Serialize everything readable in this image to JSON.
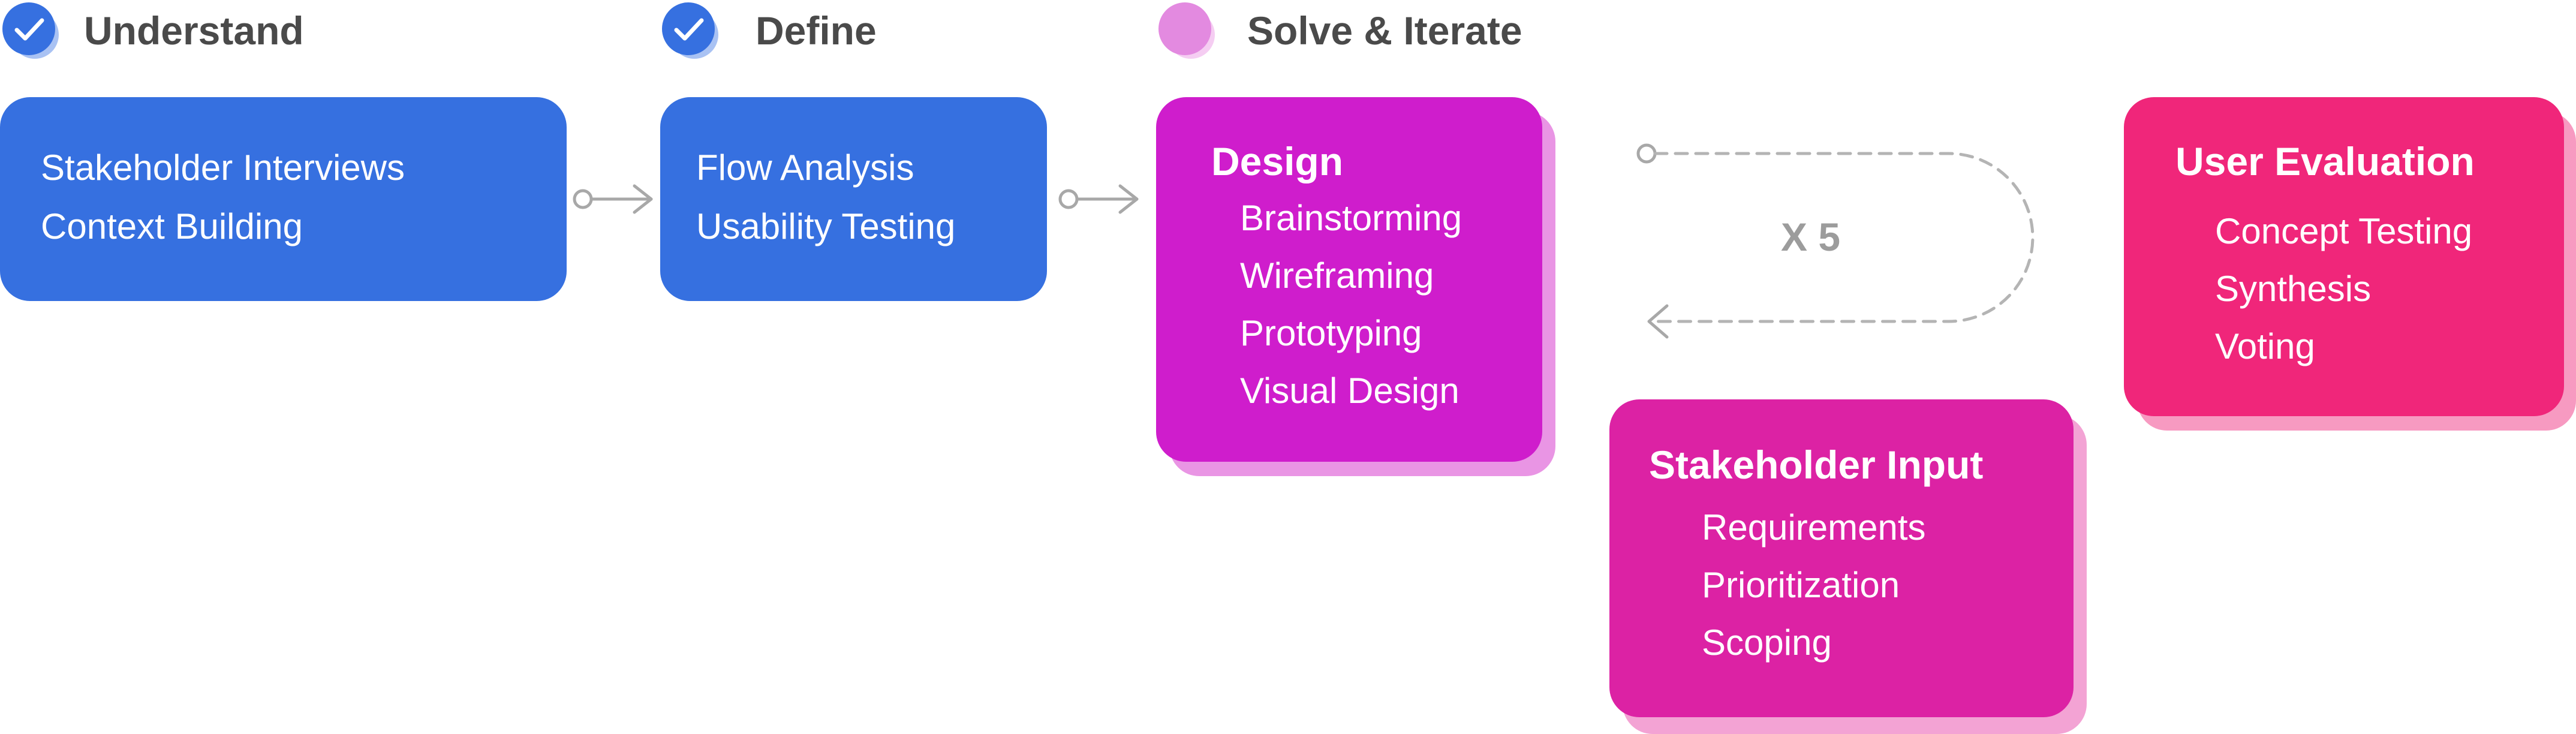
{
  "phases": [
    {
      "title": "Understand",
      "status": "check-icon"
    },
    {
      "title": "Define",
      "status": "check-icon"
    },
    {
      "title": "Solve & Iterate",
      "status": "pending-dot-icon"
    }
  ],
  "understand_card": {
    "items": [
      "Stakeholder Interviews",
      "Context Building"
    ]
  },
  "define_card": {
    "items": [
      "Flow Analysis",
      "Usability Testing"
    ]
  },
  "design_card": {
    "title": "Design",
    "items": [
      "Brainstorming",
      "Wireframing",
      "Prototyping",
      "Visual Design"
    ]
  },
  "stakeholder_card": {
    "title": "Stakeholder Input",
    "items": [
      "Requirements",
      "Prioritization",
      "Scoping"
    ]
  },
  "evaluation_card": {
    "title": "User Evaluation",
    "items": [
      "Concept Testing",
      "Synthesis",
      "Voting"
    ]
  },
  "loop": {
    "label": "X 5"
  },
  "colors": {
    "blue": "#3670e0",
    "magenta": "#cf1dcc",
    "pink": "#dc22a4",
    "red": "#f0267a",
    "text_dark": "#4a4a4a",
    "connector_gray": "#a8a8a8"
  }
}
